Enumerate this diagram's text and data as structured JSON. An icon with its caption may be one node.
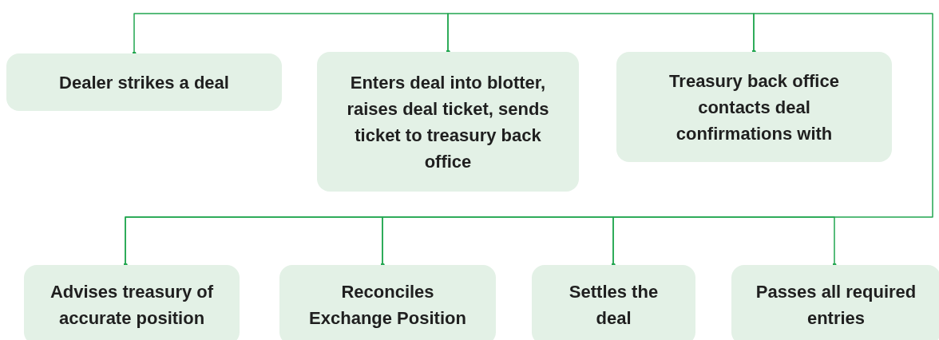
{
  "diagram": {
    "nodes": [
      {
        "text": [
          "Dealer strikes a deal"
        ]
      },
      {
        "text": [
          "Enters deal into blotter, raises deal ticket, sends ticket to treasury back office"
        ]
      },
      {
        "text": [
          "Treasury back office contacts deal confirmations with"
        ]
      },
      {
        "text": [
          "Advises treasury of accurate position"
        ]
      },
      {
        "text": [
          "Reconciles Exchange Position"
        ]
      },
      {
        "text": [
          "Settles the deal"
        ]
      },
      {
        "text": [
          "Passes all required entries"
        ]
      }
    ],
    "edges": [
      {
        "from": 0,
        "to": 1,
        "arrow": "other"
      },
      {
        "from": 1,
        "to": 2,
        "arrow": "other"
      },
      {
        "from": 2,
        "to": 3,
        "arrow": "other"
      },
      {
        "from": 3,
        "to": 4,
        "arrow": "other"
      },
      {
        "from": 4,
        "to": 5,
        "arrow": "other"
      },
      {
        "from": 5,
        "to": 6,
        "arrow": "other"
      }
    ]
  }
}
